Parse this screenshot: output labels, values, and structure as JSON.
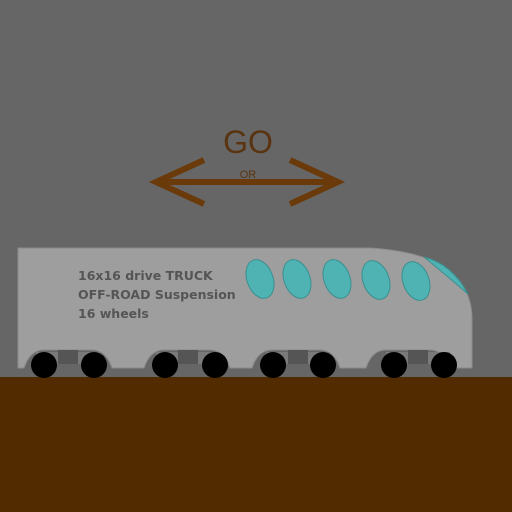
{
  "hint": {
    "go": "GO",
    "or": "OR"
  },
  "truck": {
    "line1": "16x16 drive TRUCK",
    "line2": "OFF-ROAD Suspension",
    "line3": "16 wheels"
  },
  "colors": {
    "sky": "#666666",
    "ground": "#522c00",
    "arrow": "#6b3a0a",
    "body": "#9e9e9e",
    "window": "#4fb3b3",
    "wheel": "#000000"
  }
}
